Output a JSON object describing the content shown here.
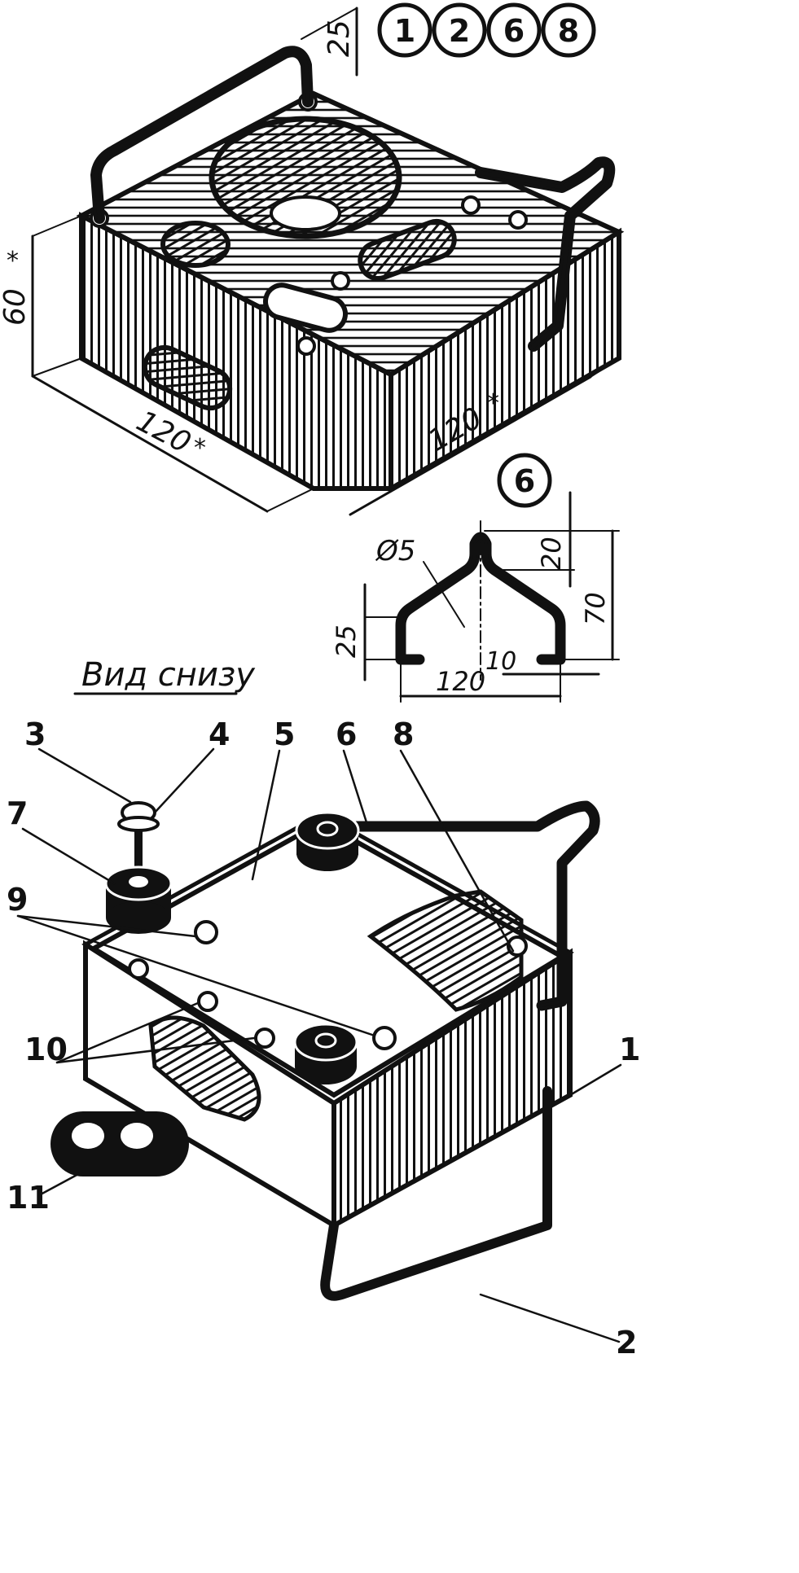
{
  "badges": [
    "1",
    "2",
    "6",
    "8"
  ],
  "dimensions_top": {
    "height_top": "25",
    "height_side": "60",
    "height_side_mark": "*",
    "width_left": "120",
    "width_left_mark": "*",
    "width_right": "120",
    "width_right_mark": "*"
  },
  "detail": {
    "badge": "6",
    "diameter_label": "Ø5",
    "dim_20": "20",
    "dim_70": "70",
    "dim_25": "25",
    "dim_120": "120",
    "dim_10": "10"
  },
  "bottom_view": {
    "title": "Вид снизу",
    "callouts": [
      "3",
      "4",
      "5",
      "6",
      "8",
      "7",
      "9",
      "10",
      "1",
      "11",
      "2"
    ]
  },
  "colors": {
    "ink": "#111111",
    "paper": "#ffffff"
  }
}
